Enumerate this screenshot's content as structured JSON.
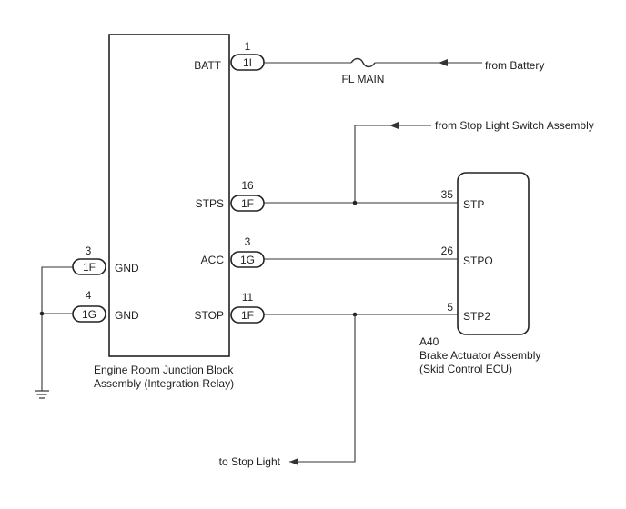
{
  "junction_block": {
    "label_line1": "Engine Room Junction Block",
    "label_line2": "Assembly (Integration Relay)",
    "pins": {
      "batt": {
        "name": "BATT",
        "pin": "1",
        "connector": "1I"
      },
      "stps": {
        "name": "STPS",
        "pin": "16",
        "connector": "1F"
      },
      "acc": {
        "name": "ACC",
        "pin": "3",
        "connector": "1G"
      },
      "stop": {
        "name": "STOP",
        "pin": "11",
        "connector": "1F"
      },
      "gnd1": {
        "name": "GND",
        "pin": "3",
        "connector": "1F"
      },
      "gnd2": {
        "name": "GND",
        "pin": "4",
        "connector": "1G"
      }
    }
  },
  "ecu": {
    "id": "A40",
    "label_line1": "Brake Actuator Assembly",
    "label_line2": "(Skid Control ECU)",
    "pins": {
      "stp": {
        "name": "STP",
        "pin": "35"
      },
      "stpo": {
        "name": "STPO",
        "pin": "26"
      },
      "stp2": {
        "name": "STP2",
        "pin": "5"
      }
    }
  },
  "fuse": {
    "label": "FL MAIN"
  },
  "external": {
    "from_battery": "from Battery",
    "from_stop_light_switch": "from Stop Light Switch Assembly",
    "to_stop_light": "to Stop Light"
  },
  "icons": [
    "fuse-icon",
    "ground-icon",
    "arrow-left-icon"
  ],
  "colors": {
    "line": "#333333",
    "text": "#222222",
    "background": "#ffffff"
  }
}
